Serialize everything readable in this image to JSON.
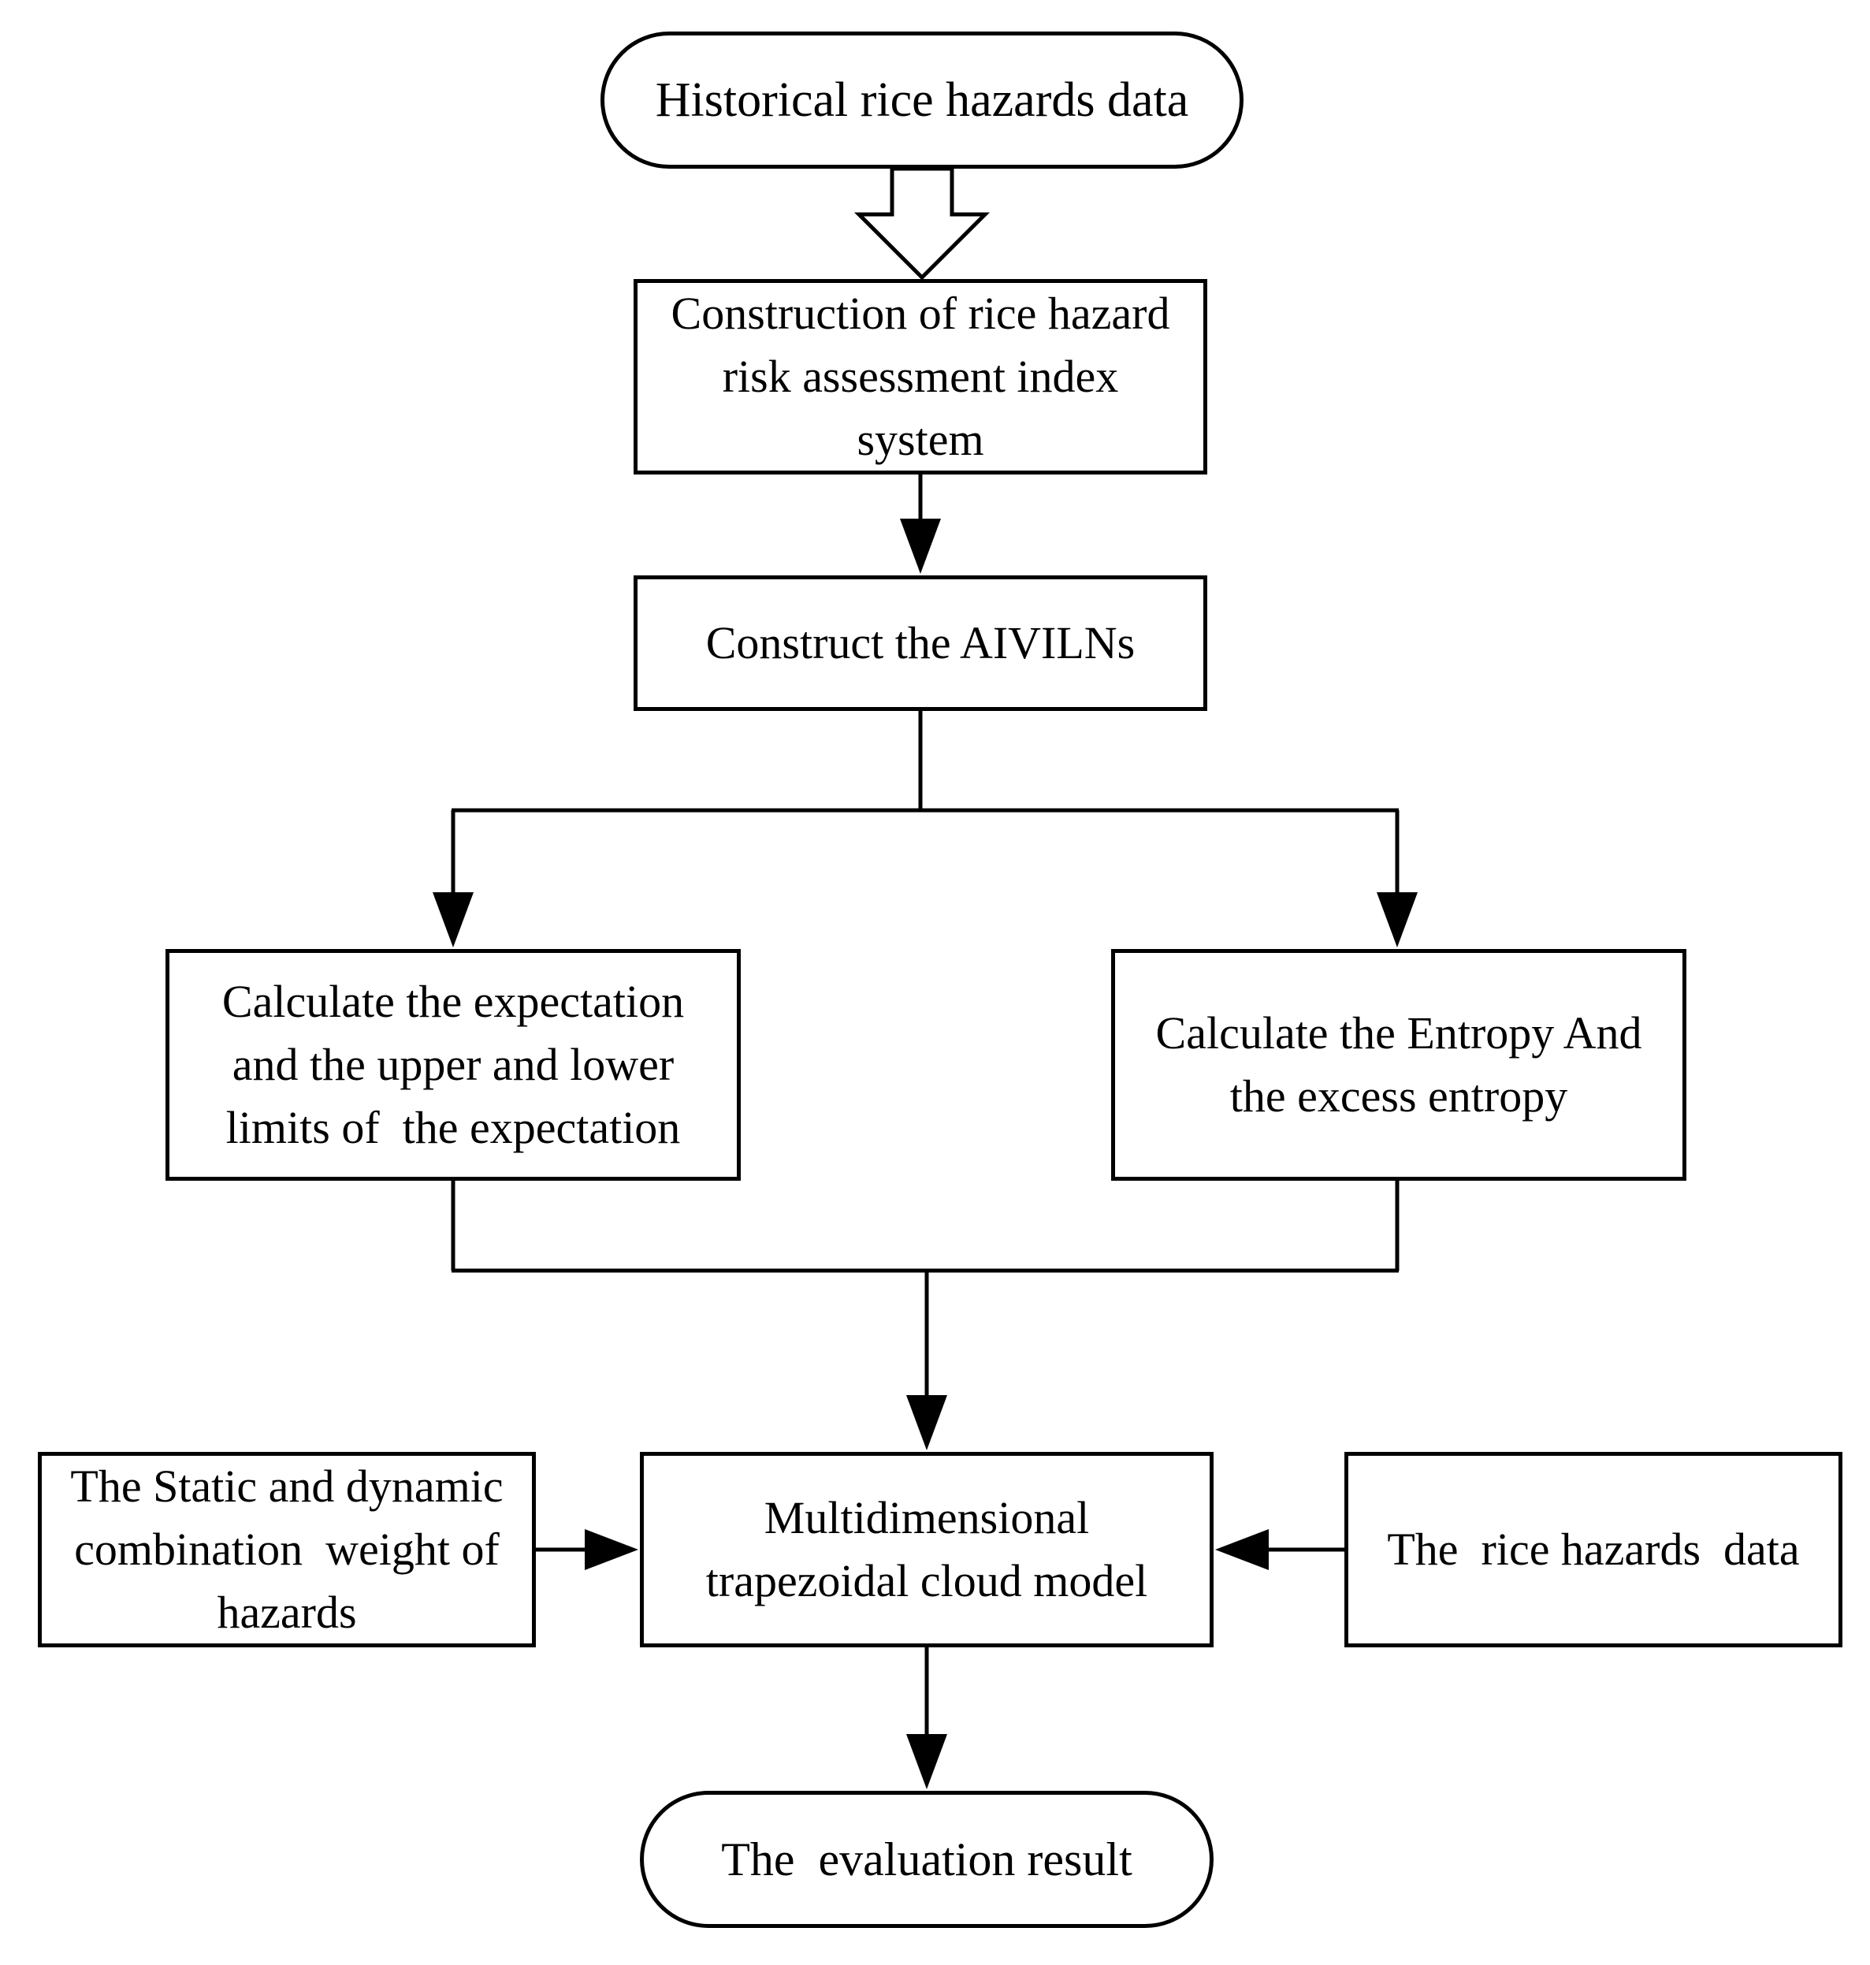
{
  "flowchart": {
    "historical": "Historical rice hazards data",
    "index_system": "Construction of rice hazard\nrisk assessment index\nsystem",
    "aivilns": "Construct the AIVILNs",
    "expectation": "Calculate the expectation\nand the upper and lower\nlimits of  the expectation",
    "entropy": "Calculate the Entropy And\nthe excess entropy",
    "weight": "The Static and dynamic\ncombination  weight of\nhazards",
    "cloud_model": "Multidimensional\ntrapezoidal cloud model",
    "hazard_data": "The  rice hazards  data",
    "result": "The  evaluation result"
  }
}
